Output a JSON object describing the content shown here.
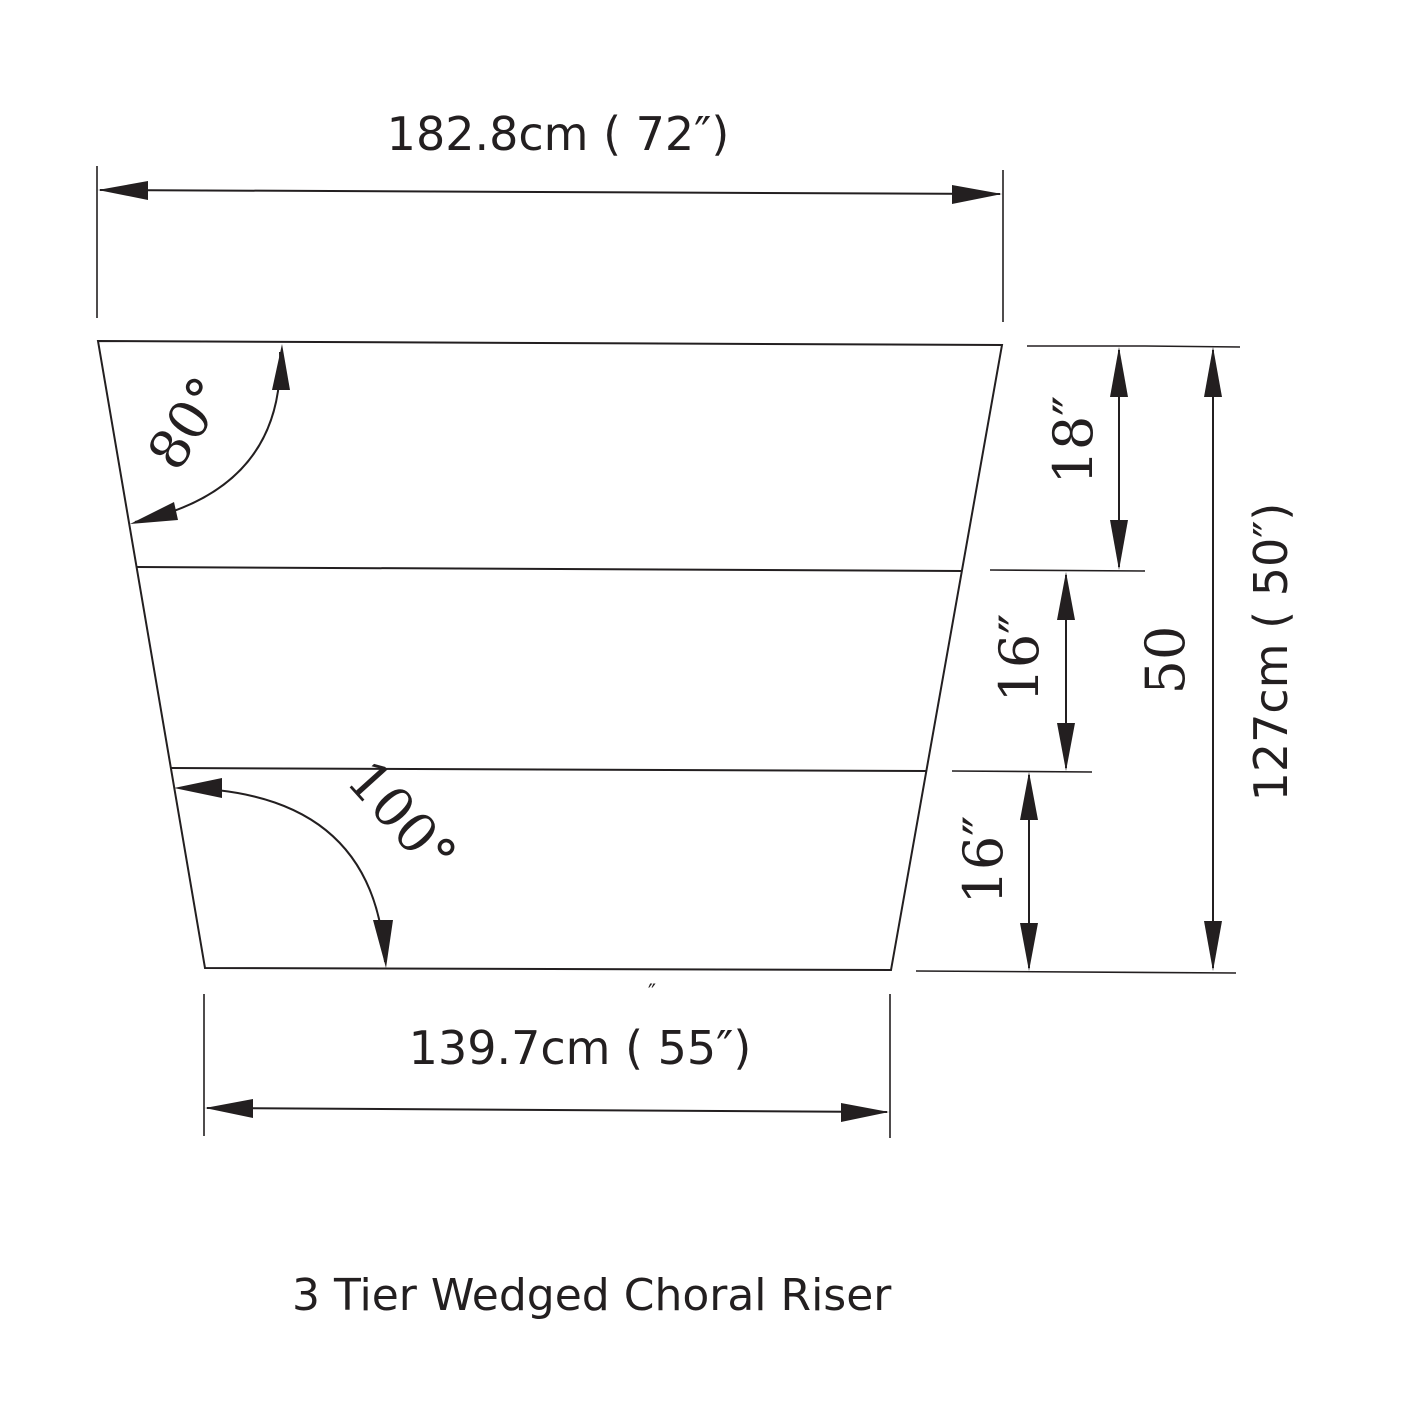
{
  "diagram": {
    "top_width_label": "182.8cm ( 72″)",
    "bottom_width_label": "139.7cm ( 55″)",
    "stray_mark": "″",
    "angle_top_label": "80°",
    "angle_bottom_label": "100°",
    "tier_heights": [
      "18″",
      "16″",
      "16″"
    ],
    "total_height_inches": "50",
    "total_height_label": "127cm ( 50″)",
    "caption": "3 Tier Wedged Choral Riser"
  }
}
